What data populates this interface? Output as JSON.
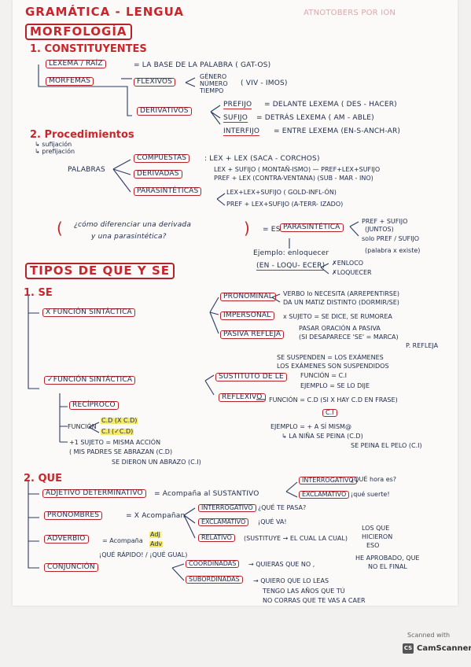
{
  "title": "GRAMÁTICA - LENGUA",
  "faded": "ATNOTOBERS POR ION",
  "morf": {
    "heading": "MORFOLOGÍA",
    "c_title": "1. CONSTITUYENTES",
    "lexema": "LEXEMA / RAÍZ",
    "lexema_def": "= LA BASE DE LA PALABRA ( GAT-OS)",
    "morfemas": "MORFEMAS",
    "flexivos": "FLEXIVOS",
    "genero": "GÉNERO",
    "numero": "NÚMERO",
    "tiempo": "TIEMPO",
    "flex_ex": "( VIV - IMOS)",
    "derivativos": "DERIVATIVOS",
    "prefijo": "PREFIJO",
    "prefijo_def": "= DELANTE LEXEMA ( DES - HACER)",
    "sufijo": "SUFIJO",
    "sufijo_def": "= DETRÁS LEXEMA ( AM - ABLE)",
    "interfijo": "INTERFIJO",
    "interfijo_def": "= ENTRE LEXEMA (EN-S-ANCH-AR)",
    "p_title": "2. Procedimientos",
    "sufijacion": "↳ sufijación",
    "prefijacion": "↳ prefijación",
    "palabras": "PALABRAS",
    "compuestas": "COMPUESTAS",
    "comp_def": ": LEX + LEX (SACA - CORCHOS)",
    "derivadas": "DERIVADAS",
    "der1": "LEX + SUFIJO ( MONTAÑ-ISMO) — PREF+LEX+SUFIJO",
    "der2": "PREF + LEX (CONTRA-VENTANA)   (SUB - MAR - INO)",
    "parasinteticas": "PARASINTÉTICAS",
    "par1": "LEX+LEX+SUFIJO ( GOLD-INFL-ÓN)",
    "par2": "PREF + LEX+SUFIJO (A-TERR- IZADO)",
    "q1": "¿cómo diferenciar una derivada",
    "q2": "y una parasintética?",
    "es": "= ES",
    "es_box": "PARASINTÉTICA",
    "r1": "PREF + SUFIJO",
    "r2": "(JUNTOS)",
    "r3": "solo PREF / SUFIJO",
    "r4": "(palabra x existe)",
    "ej": "Ejemplo: enloquecer",
    "ej_parts": "(EN - LOQU- ECER)",
    "ej_o1": "✗ENLOCO",
    "ej_o2": "✗LOQUECER"
  },
  "tipos": {
    "heading": "TIPOS DE QUE Y SE",
    "se_title": "1. SE",
    "xfs": "X FUNCIÓN SINTÁCTICA",
    "pronominal": "PRONOMINAL",
    "pron_def1": "VERBO lo NECESITA (ARREPENTIRSE)",
    "pron_def2": "DA UN MATIZ DISTINTO (DORMIR/SE)",
    "impersonal": "IMPERSONAL",
    "imp_def": "x SUJETO = SE DICE, SE RUMOREA",
    "pasiva": "PASIVA REFLEJA",
    "pas1": "PASAR ORACIÓN A PASIVA",
    "pas2": "(SI DESAPARECE 'SE' = MARCA)",
    "pas3": "P. REFLEJA",
    "pas4": "SE SUSPENDEN = LOS EXÁMENES",
    "pas5": "LOS EXÁMENES       SON SUSPENDIDOS",
    "vfs": "✓FUNCIÓN SINTÁCTICA",
    "sustituto": "SUSTITUTO DE LE",
    "sus1": "FUNCIÓN = C.I",
    "sus2": "EJEMPLO = SE LO DIJE",
    "reflexivo": "REFLEXIVO",
    "ref1": "FUNCIÓN = C.D  (SI X HAY C.D EN FRASE)",
    "ref2": "C.I",
    "ref3": "EJEMPLO = + A SÍ MISM@",
    "ref4": "↳ LA NIÑA SE PEINA (C.D)",
    "ref5": "SE PEINA EL PELO (C.I)",
    "reciproco": "RECÍPROCO",
    "rec1": "FUNCIÓN",
    "rec2": "C.D (X C.D)",
    "rec3": "C.I (✓C.D)",
    "rec4": "+1 SUJETO = MISMA ACCIÓN",
    "rec5": "( MIS PADRES SE ABRAZAN (C.D)",
    "rec6": "SE DIERON UN ABRAZO (C.I)",
    "que_title": "2. QUE",
    "adj_det": "ADJETIVO DETERMINATIVO",
    "adj_def": "= Acompaña al SUSTANTIVO",
    "interrog1": "INTERROGATIVO",
    "interrog1_ex": "¿QUÉ hora es?",
    "exclam1": "EXCLAMATIVO",
    "exclam1_ex": "¡qué suerte!",
    "pronombres": "PRONOMBRES",
    "pron_acomp": "= X Acompañan",
    "interrog2": "INTERROGATIVO",
    "interrog2_ex": "¿QUÉ TE PASA?",
    "exclam2": "EXCLAMATIVO",
    "exclam2_ex": "¡QUÉ VA!",
    "relativo": "RELATIVO",
    "rel_def": "(SUSTITUYE → EL CUAL  LA CUAL)",
    "rel_ex1": "LOS QUE",
    "rel_ex2": "HICIERON",
    "rel_ex3": "ESO",
    "adverbio": "ADVERBIO",
    "adv_acomp": "= Acompaña",
    "adv_adj": "Adj",
    "adv_adv": "Adv",
    "adv_ex": "¡QUÉ RÁPIDO! / ¡QUÉ GUAL)",
    "conjuncion": "CONJUNCIÓN",
    "coordinadas": "COORDINADAS",
    "coord_ex": "→ QUIERAS QUE NO ,",
    "coord_ex2": "HE APROBADO, QUE",
    "coord_ex3": "NO EL FINAL",
    "subordinadas": "SUBORDINADAS",
    "sub1": "→ QUIERO QUE LO LEAS",
    "sub2": "TENGO LAS AÑOS QUE TÚ",
    "sub3": "NO CORRAS QUE TE VAS A CAER"
  },
  "badge": {
    "top": "Scanned with",
    "name": "CamScanner"
  }
}
